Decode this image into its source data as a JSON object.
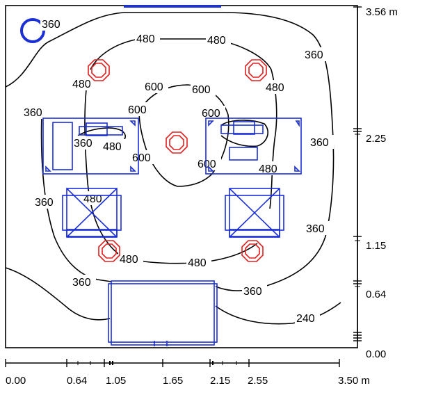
{
  "colors": {
    "furniture": "#1a2fd6",
    "luminaire": "#e02020",
    "isoline": "#000000"
  },
  "icons": {
    "luminaire": "octagon-lamp-icon",
    "sensor": "circle-sensor-icon"
  },
  "x_axis": {
    "ticks": [
      "0.00",
      "0.64",
      "1.05",
      "1.65",
      "2.15",
      "2.55",
      "3.50 m"
    ]
  },
  "y_axis": {
    "ticks": [
      "3.56 m",
      "2.25",
      "1.15",
      "0.64",
      "0.00"
    ]
  },
  "isolines": {
    "labels": [
      "360",
      "480",
      "480",
      "480",
      "480",
      "360",
      "600",
      "600",
      "600",
      "600",
      "360",
      "360",
      "480",
      "600",
      "600",
      "480",
      "360",
      "360",
      "480",
      "480",
      "480",
      "360",
      "360",
      "360",
      "240"
    ]
  }
}
